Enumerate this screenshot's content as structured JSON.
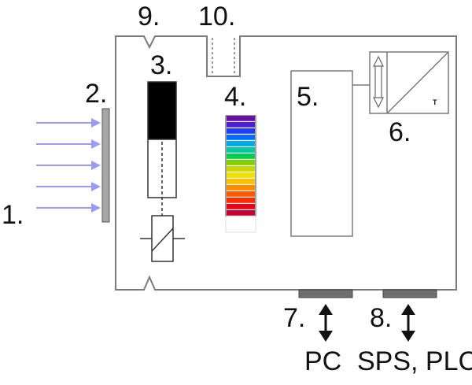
{
  "labels": {
    "l1": "1.",
    "l2": "2.",
    "l3": "3.",
    "l4": "4.",
    "l5": "5.",
    "l6": "6.",
    "l6_symbol": "T",
    "l7": "7.",
    "l8": "8.",
    "l9": "9.",
    "l10": "10.",
    "pc": "PC",
    "plc": "SPS, PLC"
  },
  "colors": {
    "outline": "#7a7a7a",
    "light_arrow": "#9b9bf5",
    "window": "#a6a6a6",
    "connector": "#6e6e6e",
    "shutter_black": "#000000",
    "text": "#111111"
  },
  "spectrum_colors": [
    "#6a0dad",
    "#4b1fd6",
    "#1f3cff",
    "#0a6cff",
    "#00a8e8",
    "#00c8a0",
    "#00d050",
    "#7ed000",
    "#c8d800",
    "#f0e000",
    "#ffc000",
    "#ff8a00",
    "#ff5a00",
    "#ff2a00",
    "#e80018",
    "#c80030"
  ]
}
